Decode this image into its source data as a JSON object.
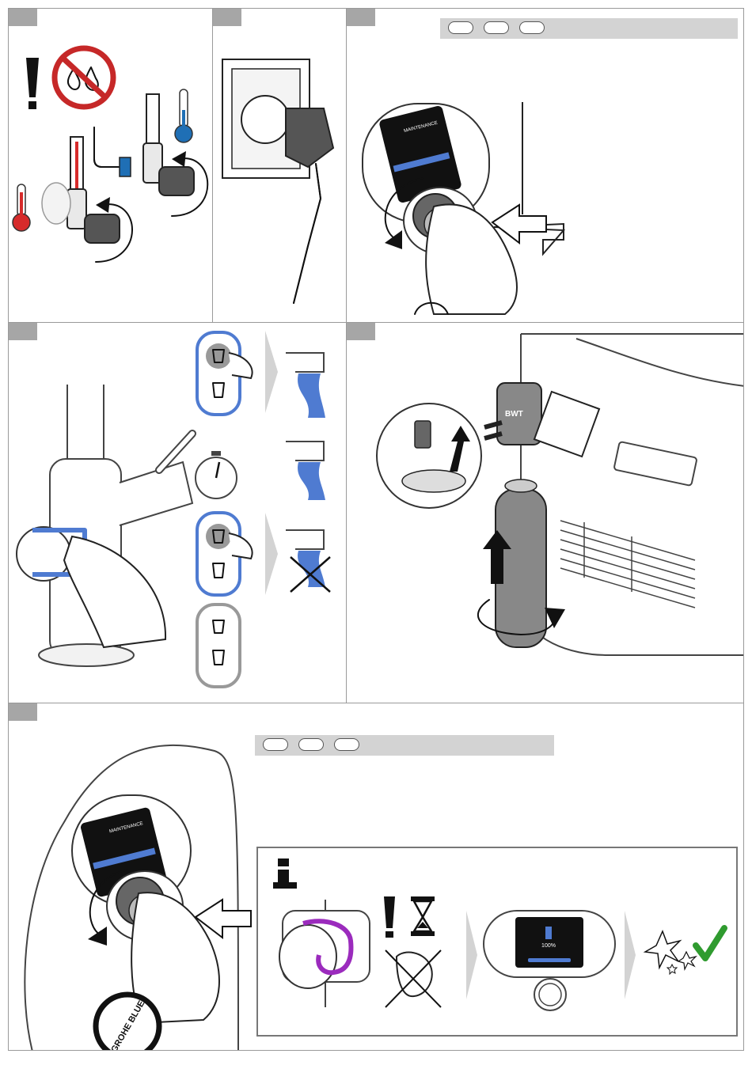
{
  "figure": {
    "brand_logo_text": "GROHE BLUE",
    "filter_brand_label": "BWT",
    "display": {
      "percent_label": "100%",
      "menu_title": "MAINTENANCE"
    }
  },
  "colors": {
    "hot": "#d62b2b",
    "cold": "#1f6fb5",
    "accent_blue": "#4f7bd1",
    "highlight_purple": "#9b2bbd",
    "check_green": "#2f9b2f",
    "step_tab": "#a6a6a6",
    "instruction_bar": "#d3d3d3"
  },
  "icons": [
    "warning-exclamation-icon",
    "no-dripping-water-icon",
    "hot-thermometer-icon",
    "cold-thermometer-icon",
    "wall-socket-icon",
    "power-plug-icon",
    "rotate-arrow-icon",
    "push-arrow-icon",
    "stopwatch-icon",
    "glass-still-icon",
    "glass-sparkling-icon",
    "hourglass-icon",
    "info-icon",
    "sparkle-icon",
    "checkmark-icon"
  ]
}
